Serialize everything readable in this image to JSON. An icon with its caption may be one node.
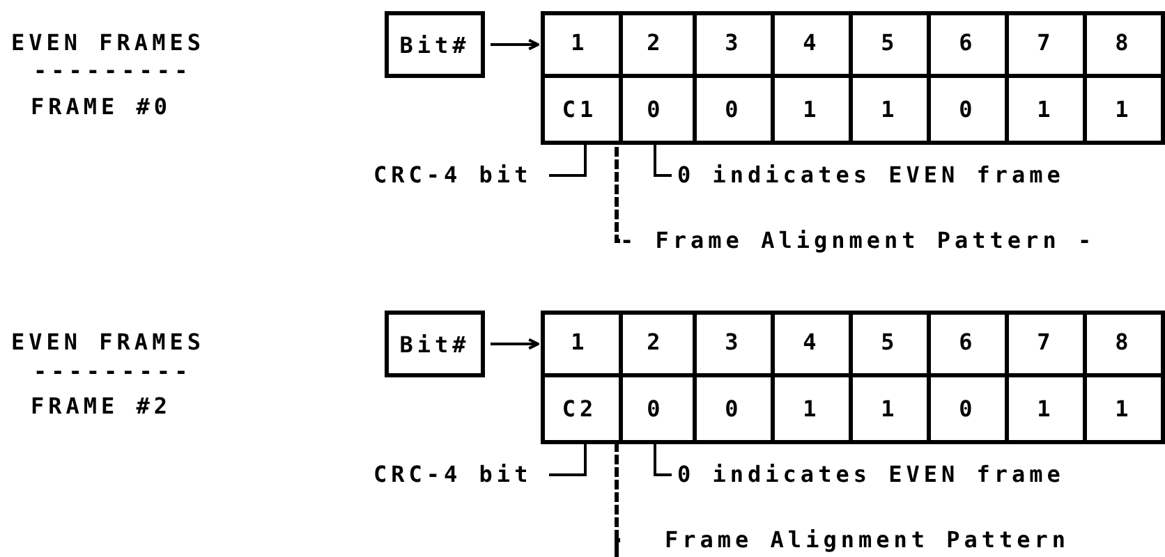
{
  "diagram": {
    "nodes": [
      {
        "text": [
          "Bit#"
        ]
      },
      {
        "text": [],
        "shape": "box"
      },
      {
        "text": [
          "1"
        ],
        "in": 1
      },
      {
        "text": [
          "2"
        ],
        "in": 1
      },
      {
        "text": [
          "3"
        ],
        "in": 1
      },
      {
        "text": [
          "4"
        ],
        "in": 1
      },
      {
        "text": [
          "5"
        ],
        "in": 1
      },
      {
        "text": [
          "6"
        ],
        "in": 1
      },
      {
        "text": [
          "7"
        ],
        "in": 1
      },
      {
        "text": [
          "8"
        ],
        "in": 1
      },
      {
        "text": [
          "C1"
        ],
        "in": 1
      },
      {
        "text": [
          "0"
        ],
        "in": 1
      },
      {
        "text": [
          "0"
        ],
        "in": 1
      },
      {
        "text": [
          "1"
        ],
        "in": 1
      },
      {
        "text": [
          "1"
        ],
        "in": 1
      },
      {
        "text": [
          "0"
        ],
        "in": 1
      },
      {
        "text": [
          "1"
        ],
        "in": 1
      },
      {
        "text": [
          "1"
        ],
        "in": 1
      },
      {
        "text": [
          "CRC-4 bit"
        ]
      },
      {
        "text": [
          "0 indicates EVEN frame"
        ]
      },
      {
        "text": [
          "- Frame Alignment Pattern -"
        ]
      },
      {
        "text": [
          "Bit#"
        ]
      },
      {
        "text": [],
        "shape": "box"
      },
      {
        "text": [
          "1"
        ],
        "in": 22
      },
      {
        "text": [
          "2"
        ],
        "in": 22
      },
      {
        "text": [
          "3"
        ],
        "in": 22
      },
      {
        "text": [
          "4"
        ],
        "in": 22
      },
      {
        "text": [
          "5"
        ],
        "in": 22
      },
      {
        "text": [
          "6"
        ],
        "in": 22
      },
      {
        "text": [
          "7"
        ],
        "in": 22
      },
      {
        "text": [
          "8"
        ],
        "in": 22
      },
      {
        "text": [
          "C2"
        ],
        "in": 22
      },
      {
        "text": [
          "0"
        ],
        "in": 22
      },
      {
        "text": [
          "0"
        ],
        "in": 22
      },
      {
        "text": [
          "1"
        ],
        "in": 22
      },
      {
        "text": [
          "1"
        ],
        "in": 22
      },
      {
        "text": [
          "0"
        ],
        "in": 22
      },
      {
        "text": [
          "1"
        ],
        "in": 22
      },
      {
        "text": [
          "1"
        ],
        "in": 22
      },
      {
        "text": [
          "CRC-4 bit"
        ]
      },
      {
        "text": [
          "0 indicates EVEN frame"
        ]
      },
      {
        "text": [
          "Frame Alignment Pattern"
        ]
      }
    ],
    "edges": [
      {
        "from": 0,
        "to": 1,
        "arrow": "to"
      },
      {
        "from": 18,
        "to": 10,
        "arrow": "none"
      },
      {
        "from": 19,
        "to": 11,
        "arrow": "none"
      },
      {
        "from": 20,
        "to": 1,
        "arrow": "none",
        "style": "dashed"
      },
      {
        "from": 21,
        "to": 22,
        "arrow": "to"
      },
      {
        "from": 39,
        "to": 31,
        "arrow": "none"
      },
      {
        "from": 40,
        "to": 32,
        "arrow": "none"
      },
      {
        "from": 41,
        "to": 22,
        "arrow": "none",
        "style": "dashed"
      }
    ],
    "labels": [
      "EVEN FRAMES",
      "---------",
      "FRAME #0",
      "EVEN FRAMES",
      "---------",
      "FRAME #2"
    ]
  }
}
